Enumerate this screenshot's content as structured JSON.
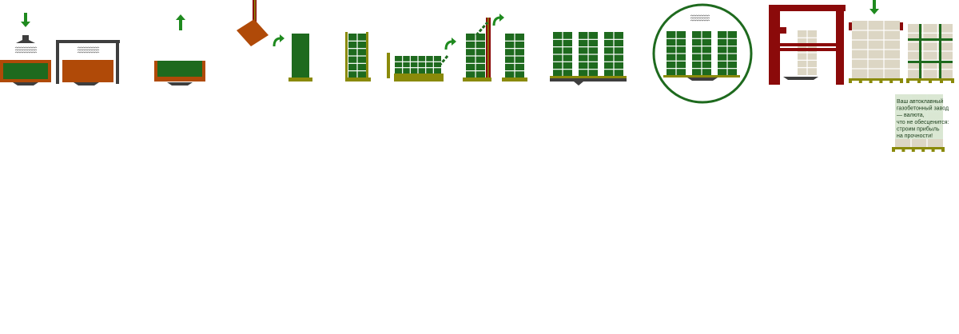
{
  "colors": {
    "green": "#1e6a1e",
    "green_dark": "#0f4d0f",
    "arrow_green": "#1f8a1f",
    "brown": "#b04a08",
    "brown_edge": "#8a3a06",
    "olive": "#8a8a0a",
    "gray": "#3e3e3e",
    "crimson": "#8b0a0a",
    "beige": "#dcd6c4",
    "beige_line": "#b9b2a0",
    "circle": "#1e6a1e",
    "banner_bg": "#d9e8d4"
  },
  "icons": [
    "down-arrow-icon",
    "up-arrow-icon",
    "rotate-arrow-icon",
    "curved-arrow-icon",
    "hook-icon",
    "wave-lines-icon",
    "pallet-icon"
  ],
  "banner": {
    "lines": [
      "Ваш автоклавный",
      "газобетонный завод",
      "— валюта,",
      "что не обесценится:",
      "строим прибыль",
      "на прочности!"
    ]
  }
}
